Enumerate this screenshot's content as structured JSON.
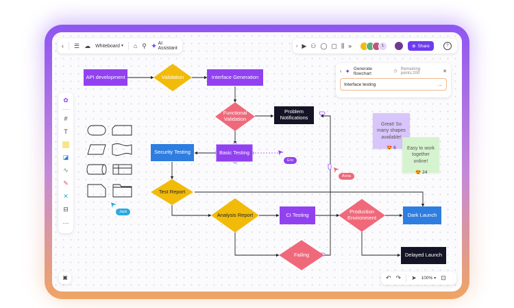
{
  "toolbar": {
    "doc_label": "Whiteboard",
    "ai_label": "AI Assistant",
    "collab_count": "1",
    "share_label": "Share"
  },
  "ai_panel": {
    "title": "Generate flowchart",
    "points": "Remaining points:200",
    "input_value": "Interface testing"
  },
  "flow": {
    "api": "API development",
    "validation": "Validation",
    "interface": "Interface Generation",
    "functional": "Functional Validation",
    "problem": "Problem Notifications",
    "security": "Security Testing",
    "basic": "Basic Testing",
    "test_report": "Test Report",
    "analysis": "Analysis Report",
    "ci": "CI Testing",
    "production": "Production Environment",
    "dark": "Dark Launch",
    "failing": "Failing",
    "delayed": "Delayed Launch"
  },
  "stickies": {
    "purple": "Great! So many shapes available!",
    "purple_count": "6",
    "green": "Easy to work together online!",
    "green_count": "24"
  },
  "cursors": {
    "eric": "Eric",
    "anna": "Anna",
    "jack": "Jack"
  },
  "zoom": {
    "level": "100%"
  },
  "colors": {
    "purple": "#9141f0",
    "blue": "#2e7de0",
    "dark": "#151426",
    "yellow": "#f2bb0a",
    "pink": "#f0697a",
    "share": "#6e3cf0"
  }
}
